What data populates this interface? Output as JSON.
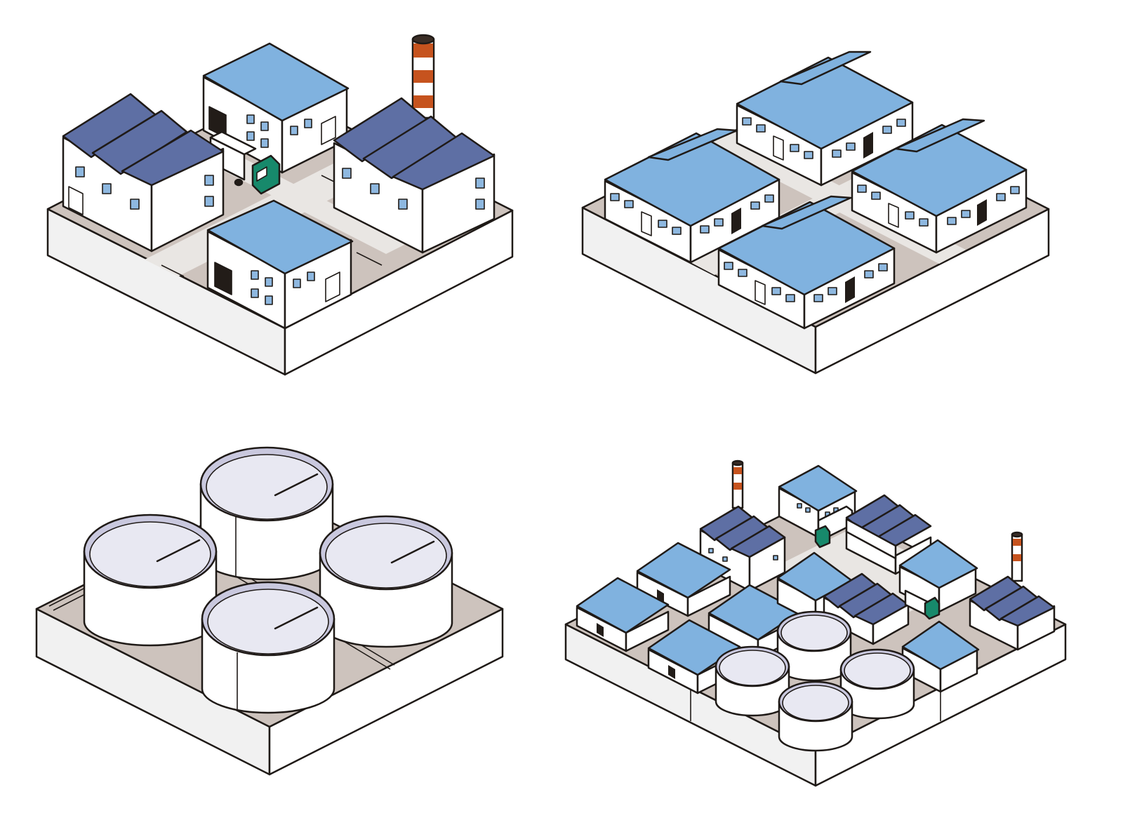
{
  "scene": {
    "type": "isometric-illustration",
    "panels": [
      {
        "name": "factory-block",
        "contents": [
          "sawtooth-factory",
          "office-building",
          "sawtooth-factory",
          "office-building",
          "smokestack",
          "delivery-truck"
        ]
      },
      {
        "name": "warehouse-block",
        "contents": [
          "warehouse",
          "warehouse",
          "warehouse",
          "warehouse"
        ]
      },
      {
        "name": "tank-farm-block",
        "contents": [
          "storage-tank",
          "storage-tank",
          "storage-tank",
          "storage-tank"
        ]
      },
      {
        "name": "industrial-district",
        "contents": [
          "factory-block",
          "warehouse-block",
          "tank-farm-block",
          "factory-block",
          "smokestack",
          "smokestack",
          "delivery-truck",
          "delivery-truck"
        ]
      }
    ]
  },
  "colors": {
    "outline": "#1f1a17",
    "ground": "#cdc3bd",
    "base_top": "#e9e6e3",
    "base_side_left": "#f1f1f1",
    "base_side_right": "#ffffff",
    "roof_light": "#80b2df",
    "roof_dark": "#5e6fa4",
    "wall": "#ffffff",
    "window": "#8eb8e0",
    "door": "#221c18",
    "tank_top": "#e8e8f2",
    "tank_rim": "#c9c8de",
    "truck_cab": "#17896b",
    "stack_red": "#c6531e",
    "stack_top": "#3a2d26"
  }
}
